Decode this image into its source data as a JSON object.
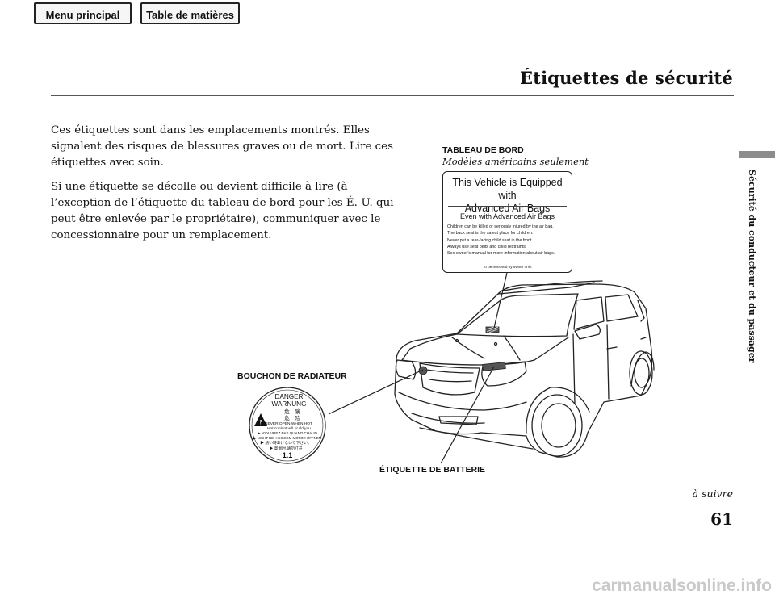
{
  "nav": {
    "main_menu": "Menu principal",
    "toc": "Table de matières"
  },
  "header": {
    "title": "Étiquettes de sécurité"
  },
  "side_tab": {
    "label": "Sécurité du conducteur et du passager"
  },
  "intro": {
    "p1": "Ces étiquettes sont dans les emplacements montrés. Elles signalent des risques de blessures graves ou de mort. Lire ces étiquettes avec soin.",
    "p2": "Si une étiquette se décolle ou devient difficile à lire (à l’exception de l’étiquette du tableau de bord pour les É.-U. qui peut être enlevée par le propriétaire), communiquer avec le concessionnaire pour un remplacement."
  },
  "labels": {
    "dashboard": "TABLEAU DE BORD",
    "dashboard_note": "Modèles américains seulement",
    "radiator": "BOUCHON DE RADIATEUR",
    "battery": "ÉTIQUETTE DE BATTERIE"
  },
  "airbag_label": {
    "title_1": "This Vehicle is Equipped with",
    "title_2": "Advanced Air Bags",
    "subtitle": "Even with Advanced Air Bags",
    "lines": [
      "Children can be killed or seriously injured by the air bag.",
      "The back seat is the safest place for children.",
      "Never put a rear-facing child seat in the front.",
      "Always use seat belts and child restraints.",
      "See owner's manual for more information about air bags."
    ],
    "footer": "To be removed by owner only."
  },
  "radiator_label": {
    "danger": "DANGER",
    "warnung": "WARNUNG",
    "jp_1": "危　険",
    "jp_2": "危　险",
    "lines": [
      "▶ NEVER OPEN WHEN HOT",
      "Hot coolant will scald you",
      "▶ N'OUVREZ PAS QUAND CHAUD",
      "▶ NICHT BEI HEISSEM MOTOR ÖFFNEN",
      "▶ 熱い時あけないで下さい。",
      "▶ 高温时,请勿打开"
    ],
    "code": "1.1"
  },
  "footer": {
    "continue": "à suivre",
    "page_number": "61",
    "watermark": "carmanualsonline.info"
  }
}
